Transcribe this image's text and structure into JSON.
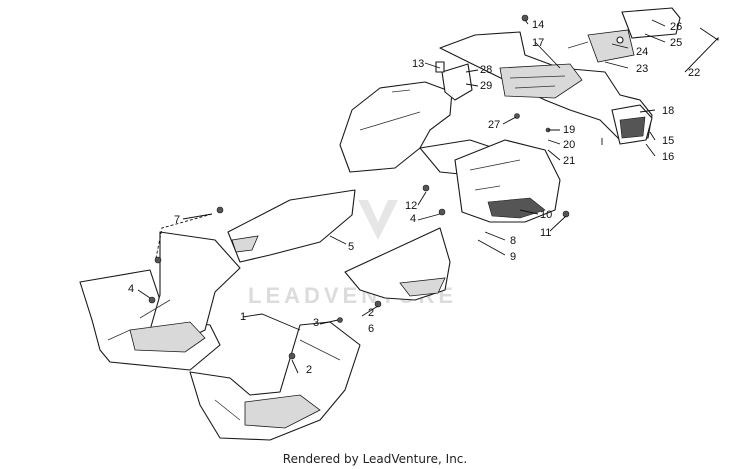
{
  "watermark": "LEADVENTURE",
  "footer": "Rendered by LeadVenture, Inc.",
  "callouts": {
    "c1": "1",
    "c2a": "2",
    "c2b": "2",
    "c3": "3",
    "c4a": "4",
    "c4b": "4",
    "c5": "5",
    "c6": "6",
    "c7": "7",
    "c8": "8",
    "c9": "9",
    "c10": "10",
    "c11": "11",
    "c12": "12",
    "c13": "13",
    "c14": "14",
    "c15": "15",
    "c16": "16",
    "c17": "17",
    "c18": "18",
    "c19": "19",
    "c20": "20",
    "c21": "21",
    "c22": "22",
    "c23": "23",
    "c24": "24",
    "c25": "25",
    "c26": "26",
    "c27": "27",
    "c28": "28",
    "c29": "29"
  }
}
